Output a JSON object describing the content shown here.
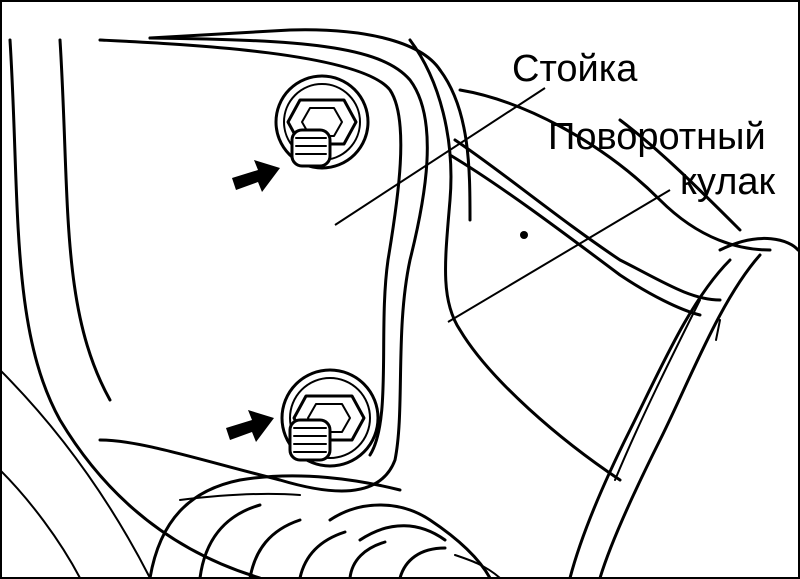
{
  "labels": {
    "strut": "Стойка",
    "knuckle_line1": "Поворотный",
    "knuckle_line2": "кулак"
  },
  "colors": {
    "ink": "#000000",
    "paper": "#ffffff"
  },
  "icons": {
    "arrow": "arrow-right-icon",
    "bolt": "bolt-icon"
  }
}
